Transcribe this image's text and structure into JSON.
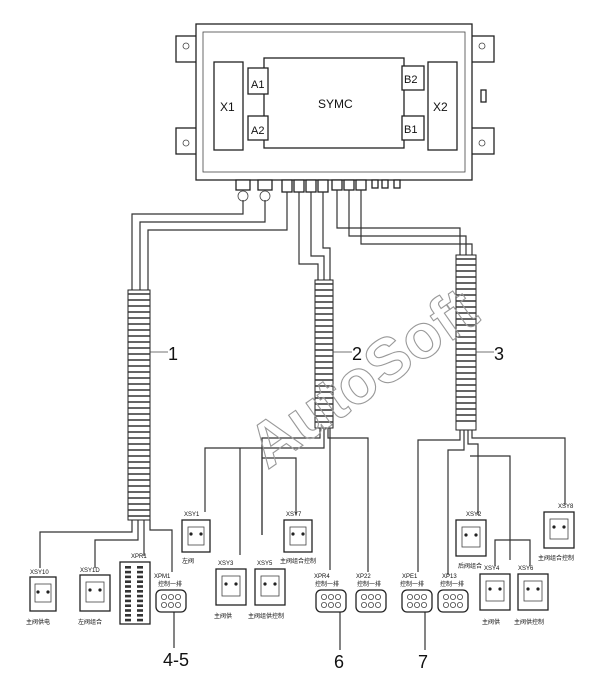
{
  "controller": {
    "name": "SYMC",
    "pins": {
      "a1": "A1",
      "a2": "A2",
      "b1": "B1",
      "b2": "B2"
    },
    "connectors": {
      "x1": "X1",
      "x2": "X2"
    }
  },
  "callouts": {
    "c1": "1",
    "c2": "2",
    "c3": "3",
    "c45": "4-5",
    "c6": "6",
    "c7": "7"
  },
  "relays": {
    "xsy10": {
      "id": "XSY10",
      "caption": "主阀供电"
    },
    "xsy1d": {
      "id": "XSY1D",
      "caption": "左阀组合"
    },
    "xsy1": {
      "id": "XSY1",
      "caption": "左阀"
    },
    "xsy7": {
      "id": "XSY7",
      "caption": "主阀组合控制"
    },
    "xsy3": {
      "id": "XSY3",
      "caption": "主阀供"
    },
    "xsy5": {
      "id": "XSY5",
      "caption": "主阀组供控制"
    },
    "xsy2": {
      "id": "XSY2",
      "caption": "后阀组合"
    },
    "xsy8": {
      "id": "XSY8",
      "caption": "主阀组合控制"
    },
    "xsy4": {
      "id": "XSY4",
      "caption": "主阀供"
    },
    "xsy6": {
      "id": "XSY6",
      "caption": "主阀供控制"
    }
  },
  "plugs": {
    "xpr1": {
      "id": "XPR1",
      "caption": ""
    },
    "xpm1": {
      "id": "XPM1",
      "caption": "控制一排"
    },
    "xpr4": {
      "id": "XPR4",
      "caption": "控制一排"
    },
    "xp22": {
      "id": "XP22",
      "caption": "控制一排"
    },
    "xpe1": {
      "id": "XPE1",
      "caption": "控制一排"
    },
    "xp13": {
      "id": "XP13",
      "caption": "控制一排"
    }
  },
  "watermark": "AutoSoft"
}
